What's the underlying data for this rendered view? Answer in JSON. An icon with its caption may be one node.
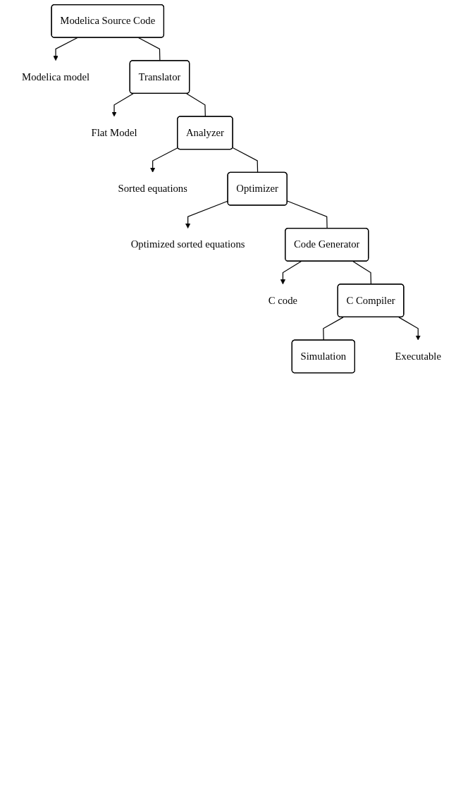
{
  "diagram": {
    "nodes": [
      {
        "text": [
          "Modelica Source Code"
        ]
      },
      {
        "text": [
          "Modelica model"
        ]
      },
      {
        "text": [
          "Translator"
        ]
      },
      {
        "text": [
          "Flat Model"
        ]
      },
      {
        "text": [
          "Analyzer"
        ]
      },
      {
        "text": [
          "Sorted equations"
        ]
      },
      {
        "text": [
          "Optimizer"
        ]
      },
      {
        "text": [
          "Optimized sorted equations"
        ]
      },
      {
        "text": [
          "Code Generator"
        ]
      },
      {
        "text": [
          "C code"
        ]
      },
      {
        "text": [
          "C Compiler"
        ]
      },
      {
        "text": [
          "Executable"
        ]
      },
      {
        "text": [
          "Simulation"
        ]
      }
    ],
    "edges": [
      {
        "from": 0,
        "to": 2,
        "arrow": "none"
      },
      {
        "from": 0,
        "to": 1,
        "arrow": "to"
      },
      {
        "from": 2,
        "to": 4,
        "arrow": "none"
      },
      {
        "from": 2,
        "to": 3,
        "arrow": "to"
      },
      {
        "from": 4,
        "to": 6,
        "arrow": "none"
      },
      {
        "from": 4,
        "to": 5,
        "arrow": "to"
      },
      {
        "from": 6,
        "to": 8,
        "arrow": "none"
      },
      {
        "from": 6,
        "to": 7,
        "arrow": "to"
      },
      {
        "from": 8,
        "to": 10,
        "arrow": "none"
      },
      {
        "from": 8,
        "to": 9,
        "arrow": "to"
      },
      {
        "from": 10,
        "to": 12,
        "arrow": "none"
      },
      {
        "from": 10,
        "to": 11,
        "arrow": "to"
      }
    ]
  }
}
